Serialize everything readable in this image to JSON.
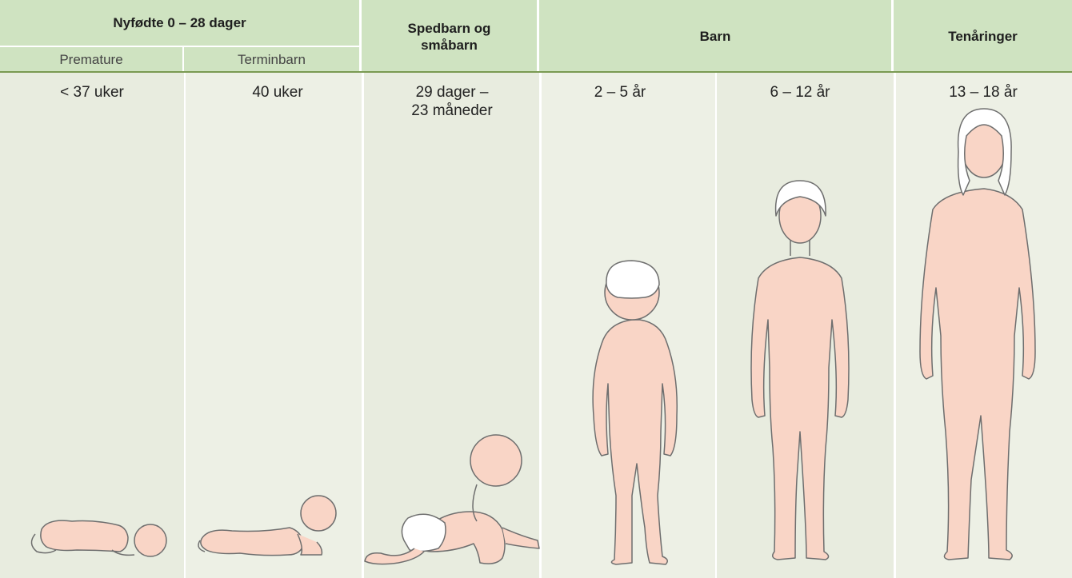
{
  "colors": {
    "header_fill": "#cfe3c1",
    "body_fill": "#e8ecdf",
    "divider": "#ffffff",
    "header_rule": "#7a9a52",
    "skin": "#f9d5c6",
    "outline": "#6e6e6e",
    "hair": "#ffffff"
  },
  "groups": {
    "newborn": "Nyfødte 0 – 28 dager",
    "infant": "Spedbarn og\nsmåbarn",
    "child": "Barn",
    "teen": "Tenåringer"
  },
  "subgroups": {
    "premature": "Premature",
    "term": "Terminbarn"
  },
  "ages": {
    "premature": "< 37 uker",
    "term": "40 uker",
    "infant": "29 dager –\n23 måneder",
    "child_young": "2 – 5 år",
    "child_old": "6 – 12 år",
    "teen": "13 – 18 år"
  },
  "figures": [
    "premature-infant-figure",
    "term-infant-figure",
    "crawling-baby-figure",
    "toddler-figure",
    "child-figure",
    "teenager-figure"
  ]
}
